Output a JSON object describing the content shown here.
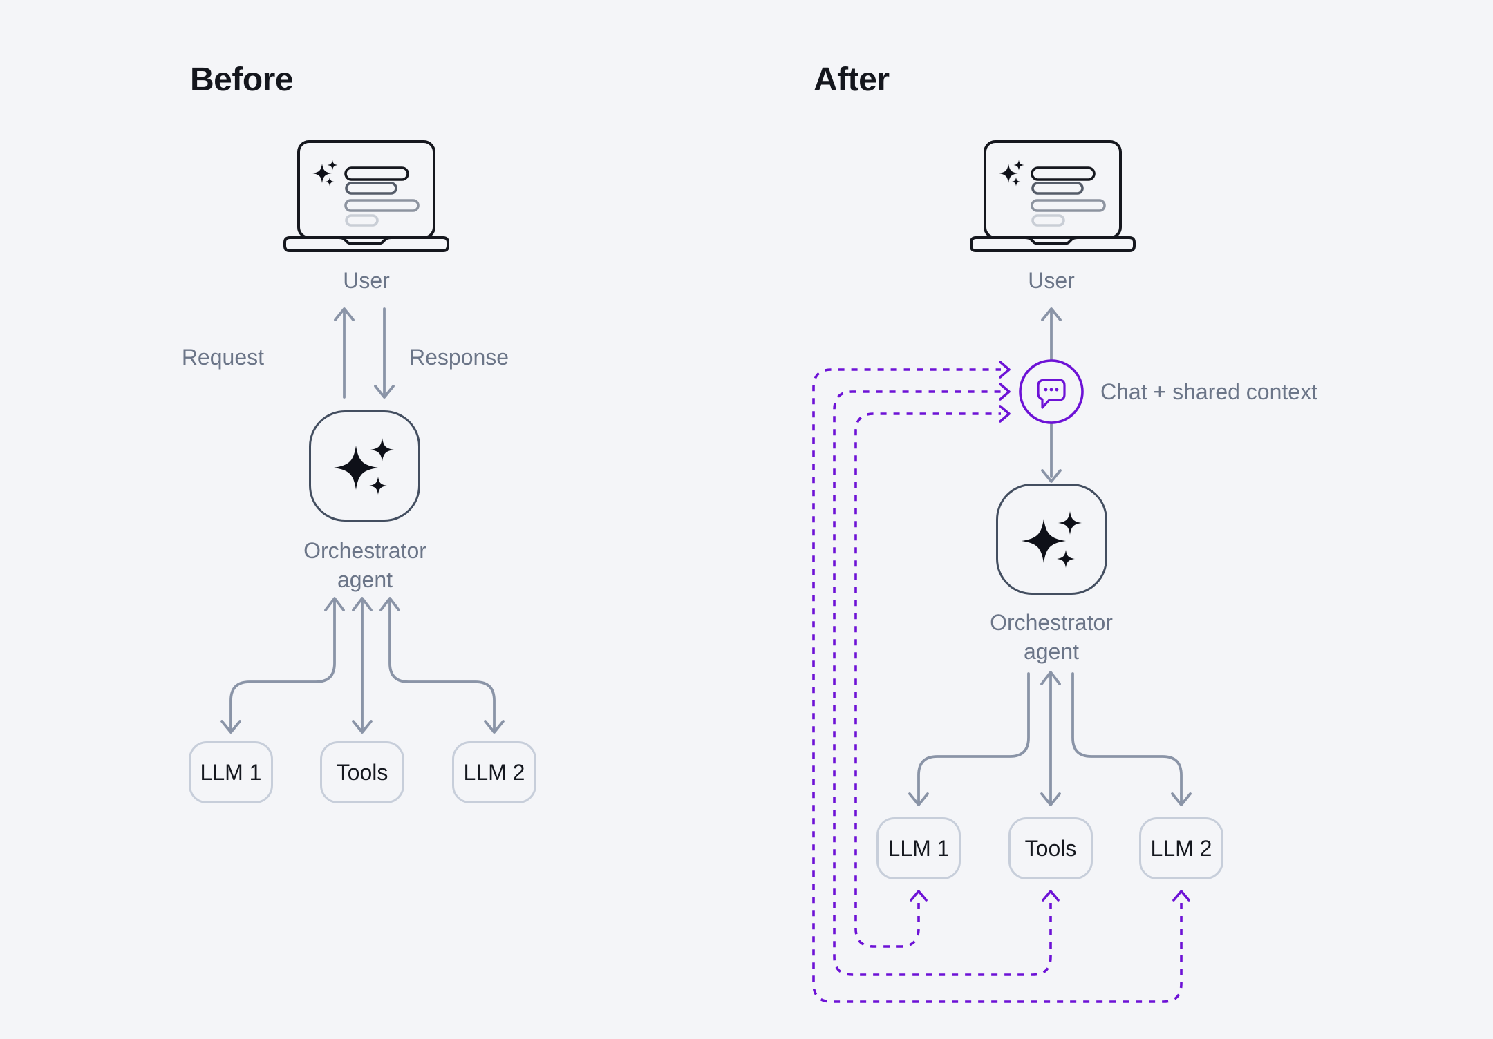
{
  "colors": {
    "background": "#f4f5f8",
    "accent_purple": "#6d12d6",
    "arrow_gray": "#8a94a7",
    "text_dark": "#15181f",
    "text_slate": "#6b7588",
    "border_dark": "#434e60",
    "border_light": "#c7ceda",
    "laptop_line_1": "#15171e",
    "laptop_line_2": "#555c69",
    "laptop_line_3": "#8d94a0",
    "laptop_line_4": "#c9ced6"
  },
  "before": {
    "title": "Before",
    "user_label": "User",
    "request_label": "Request",
    "response_label": "Response",
    "orchestrator_label": "Orchestrator agent",
    "nodes": [
      {
        "label": "LLM 1"
      },
      {
        "label": "Tools"
      },
      {
        "label": "LLM 2"
      }
    ]
  },
  "after": {
    "title": "After",
    "user_label": "User",
    "chat_label": "Chat + shared context",
    "orchestrator_label": "Orchestrator agent",
    "nodes": [
      {
        "label": "LLM 1"
      },
      {
        "label": "Tools"
      },
      {
        "label": "LLM 2"
      }
    ]
  }
}
